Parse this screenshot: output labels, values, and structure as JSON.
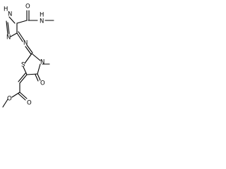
{
  "structure": {
    "atoms": [
      {
        "id": "hN",
        "text": "H"
      },
      {
        "id": "n1",
        "text": "N"
      },
      {
        "id": "n3",
        "text": "N"
      },
      {
        "id": "oAm",
        "text": "O"
      },
      {
        "id": "nAm",
        "text": "N"
      },
      {
        "id": "hAm",
        "text": "H"
      },
      {
        "id": "nImn",
        "text": "N"
      },
      {
        "id": "sTz",
        "text": "S"
      },
      {
        "id": "nTz",
        "text": "N"
      },
      {
        "id": "oTz",
        "text": "O"
      },
      {
        "id": "oEs1",
        "text": "O"
      },
      {
        "id": "oEs2",
        "text": "O"
      }
    ]
  }
}
